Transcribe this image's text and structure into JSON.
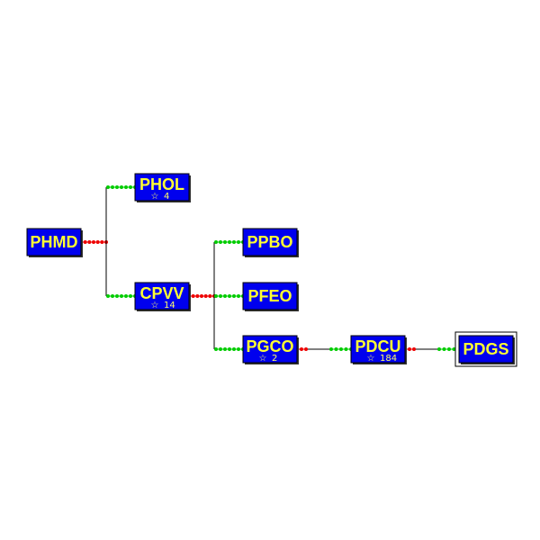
{
  "colors": {
    "node_fill": "#0000ee",
    "node_border": "#000000",
    "node_text": "#ffff33",
    "edge_line": "#000000",
    "collapsed_marker": "#ee0000",
    "expanded_marker": "#00cc00"
  },
  "icons": {
    "count_marker": "star-icon"
  },
  "nodes": [
    {
      "id": "phmd",
      "label": "PHMD",
      "count": null,
      "selected": false
    },
    {
      "id": "phol",
      "label": "PHOL",
      "count": "4",
      "selected": false
    },
    {
      "id": "cpvv",
      "label": "CPVV",
      "count": "14",
      "selected": false
    },
    {
      "id": "ppbo",
      "label": "PPBO",
      "count": null,
      "selected": false
    },
    {
      "id": "pfeo",
      "label": "PFEO",
      "count": null,
      "selected": false
    },
    {
      "id": "pgco",
      "label": "PGCO",
      "count": "2",
      "selected": false
    },
    {
      "id": "pdcu",
      "label": "PDCU",
      "count": "184",
      "selected": false
    },
    {
      "id": "pdgs",
      "label": "PDGS",
      "count": null,
      "selected": true
    }
  ],
  "edges": [
    {
      "from": "phmd",
      "to": "phol"
    },
    {
      "from": "phmd",
      "to": "cpvv"
    },
    {
      "from": "cpvv",
      "to": "ppbo"
    },
    {
      "from": "cpvv",
      "to": "pfeo"
    },
    {
      "from": "cpvv",
      "to": "pgco"
    },
    {
      "from": "pgco",
      "to": "pdcu"
    },
    {
      "from": "pdcu",
      "to": "pdgs"
    }
  ]
}
